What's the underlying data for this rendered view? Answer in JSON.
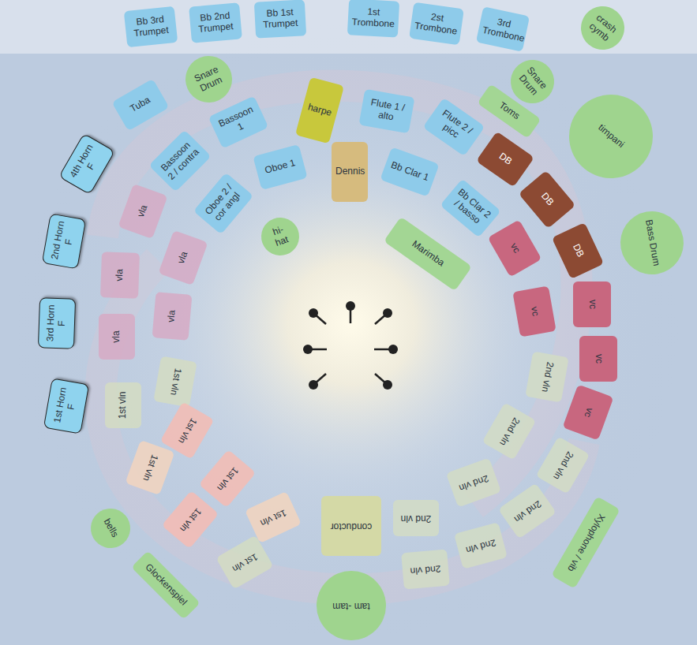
{
  "diagram": {
    "nodes": [
      {
        "text": [
          "Bb 3rd Trumpet"
        ]
      },
      {
        "text": [
          "Bb 2nd Trumpet"
        ]
      },
      {
        "text": [
          "Bb 1st Trumpet"
        ]
      },
      {
        "text": [
          "1st Trombone"
        ]
      },
      {
        "text": [
          "2st Trombone"
        ]
      },
      {
        "text": [
          "3rd Trombone"
        ]
      },
      {
        "text": [
          "crash cymb"
        ]
      },
      {
        "text": [
          "Snare Drum"
        ]
      },
      {
        "text": [
          "Snare Drum"
        ]
      },
      {
        "text": [
          "Tuba"
        ]
      },
      {
        "text": [
          "harpe"
        ]
      },
      {
        "text": [
          "Flute 1 / alto"
        ]
      },
      {
        "text": [
          "Flute 2 / picc"
        ]
      },
      {
        "text": [
          "Toms"
        ]
      },
      {
        "text": [
          "timpani"
        ]
      },
      {
        "text": [
          "Bassoon 1"
        ]
      },
      {
        "text": [
          "Bassoon 2 / contra"
        ]
      },
      {
        "text": [
          "Oboe 1"
        ]
      },
      {
        "text": [
          "Dennis"
        ]
      },
      {
        "text": [
          "Bb Clar 1"
        ]
      },
      {
        "text": [
          "DB"
        ]
      },
      {
        "text": [
          "4th Horn F"
        ]
      },
      {
        "text": [
          "Oboe 2 / cor angl"
        ]
      },
      {
        "text": [
          "Bb Clar 2 / basso"
        ]
      },
      {
        "text": [
          "DB"
        ]
      },
      {
        "text": [
          "vla"
        ]
      },
      {
        "text": [
          "Bass Drum"
        ]
      },
      {
        "text": [
          "2nd Horn F"
        ]
      },
      {
        "text": [
          "vla"
        ]
      },
      {
        "text": [
          "hi-hat"
        ]
      },
      {
        "text": [
          "vc"
        ]
      },
      {
        "text": [
          "DB"
        ]
      },
      {
        "text": [
          "Marimba"
        ]
      },
      {
        "text": [
          "vla"
        ]
      },
      {
        "text": [
          "3rd Horn F"
        ]
      },
      {
        "text": [
          "vla"
        ]
      },
      {
        "text": [
          "vla"
        ]
      },
      {
        "text": [
          "vc"
        ]
      },
      {
        "text": [
          "vc"
        ]
      },
      {
        "text": [
          "vc"
        ]
      },
      {
        "text": [
          "2nd vln"
        ]
      },
      {
        "text": [
          "1st vln"
        ]
      },
      {
        "text": [
          "1st Horn F"
        ]
      },
      {
        "text": [
          "1st vln"
        ]
      },
      {
        "text": [
          "vc"
        ]
      },
      {
        "text": [
          "1st vln"
        ]
      },
      {
        "text": [
          "2nd vln"
        ]
      },
      {
        "text": [
          "1st vln"
        ]
      },
      {
        "text": [
          "2nd vln"
        ]
      },
      {
        "text": [
          "1st vln"
        ]
      },
      {
        "text": [
          "2nd vln"
        ]
      },
      {
        "text": [
          "2nd vln"
        ]
      },
      {
        "text": [
          "1st vln"
        ]
      },
      {
        "text": [
          "1st vln"
        ]
      },
      {
        "text": [
          "conductor"
        ]
      },
      {
        "text": [
          "2nd vln"
        ]
      },
      {
        "text": [
          "bells"
        ]
      },
      {
        "text": [
          "2nd vln"
        ]
      },
      {
        "text": [
          "Xylophone / vib"
        ]
      },
      {
        "text": [
          "1st vln"
        ]
      },
      {
        "text": [
          "2nd vln"
        ]
      },
      {
        "text": [
          "Glockenspiel"
        ]
      },
      {
        "text": [
          "tam -tam"
        ]
      }
    ]
  }
}
